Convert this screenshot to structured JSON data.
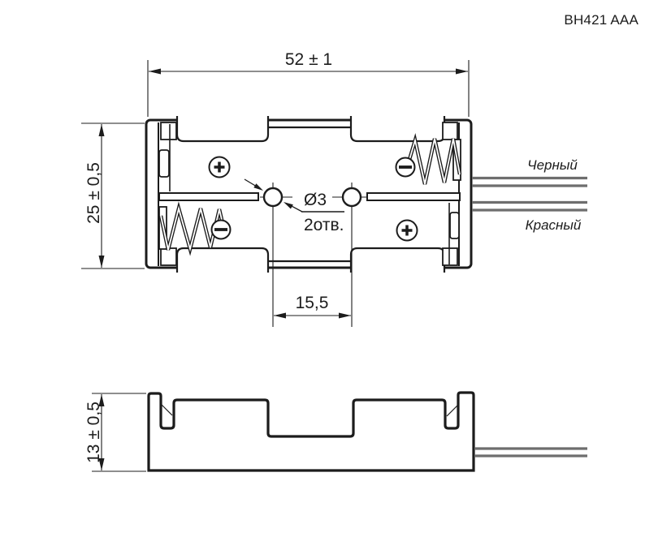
{
  "title": "BH421 AAA",
  "colors": {
    "line": "#1c1c1c",
    "wire": "#6e6e6e",
    "background": "#ffffff"
  },
  "top_view": {
    "width_dim": "52 ± 1",
    "height_dim": "25 ± 0,5",
    "hole_spacing_dim": "15,5",
    "hole_diameter_label": "Ø3",
    "hole_count_label": "2отв.",
    "wire_label_black": "Черный",
    "wire_label_red": "Красный",
    "polarity_positive": "+",
    "polarity_negative": "−"
  },
  "side_view": {
    "height_dim": "13 ± 0,5"
  }
}
